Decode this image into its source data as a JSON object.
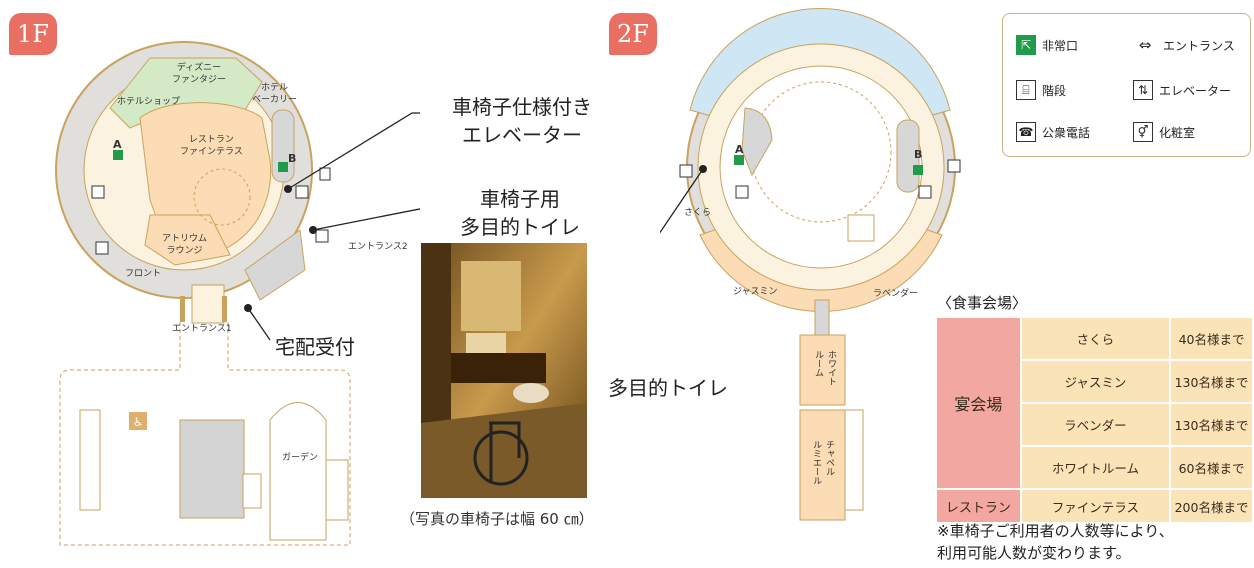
{
  "floor1": {
    "badge": "1F",
    "labels": {
      "disney": "ディズニー\nファンタジー",
      "hotel_shop": "ホテルショップ",
      "hotel_bakery": "ホテル\nベーカリー",
      "restaurant": "レストラン\nファインテラス",
      "atrium": "アトリウム\nラウンジ",
      "front": "フロント",
      "entrance1": "エントランス1",
      "entrance2": "エントランス2",
      "garden": "ガーデン",
      "marker_a": "A",
      "marker_b": "B"
    },
    "callouts": {
      "wheelchair_elevator": "車椅子仕様付き\nエレベーター",
      "wheelchair_toilet": "車椅子用\n多目的トイレ",
      "delivery": "宅配受付"
    },
    "photo_caption": "（写真の車椅子は幅 60 ㎝）"
  },
  "floor2": {
    "badge": "2F",
    "labels": {
      "sakura": "さくら",
      "jasmine": "ジャスミン",
      "lavender": "ラベンダー",
      "white_room": "ホワイト\nルーム",
      "chapel": "チャペル\nルミエール",
      "marker_a": "A",
      "marker_b": "B"
    },
    "callouts": {
      "multi_toilet": "多目的トイレ"
    }
  },
  "legend": {
    "items": [
      {
        "icon": "emergency-exit-icon",
        "label": "非常口"
      },
      {
        "icon": "entrance-arrow-icon",
        "label": "エントランス"
      },
      {
        "icon": "stairs-icon",
        "label": "階段"
      },
      {
        "icon": "elevator-icon",
        "label": "エレベーター"
      },
      {
        "icon": "phone-icon",
        "label": "公衆電話"
      },
      {
        "icon": "restroom-icon",
        "label": "化粧室"
      }
    ]
  },
  "dining": {
    "title": "〈食事会場〉",
    "category_banquet": "宴会場",
    "category_restaurant": "レストラン",
    "rows": [
      {
        "name": "さくら",
        "capacity": "40名様まで"
      },
      {
        "name": "ジャスミン",
        "capacity": "130名様まで"
      },
      {
        "name": "ラベンダー",
        "capacity": "130名様まで"
      },
      {
        "name": "ホワイトルーム",
        "capacity": "60名様まで"
      },
      {
        "name": "ファインテラス",
        "capacity": "200名様まで"
      }
    ],
    "note": "※車椅子ご利用者の人数等により、\n利用可能人数が変わります。"
  },
  "colors": {
    "badge": "#ea6f63",
    "grey_room": "#d9d9d9",
    "cream": "#faf1dc",
    "orange_room": "#fbdcb4",
    "green_room": "#d3e9c6",
    "blue_room": "#cfe6f4",
    "wall": "#c9a25e",
    "banquet_cell": "#f2a8a0",
    "table_cell": "#fbe3b8"
  }
}
